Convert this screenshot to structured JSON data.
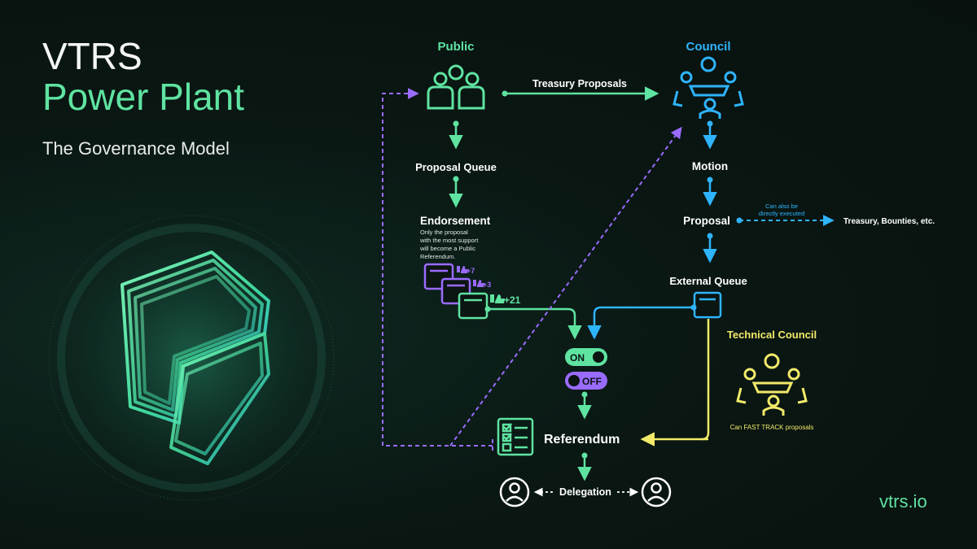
{
  "brand": {
    "title_line1": "VTRS",
    "title_line2": "Power Plant",
    "subtitle": "The Governance Model",
    "site": "vtrs.io"
  },
  "nodes": {
    "public": "Public",
    "council": "Council",
    "treasury_proposals": "Treasury Proposals",
    "proposal_queue": "Proposal Queue",
    "endorsement": "Endorsement",
    "endorsement_note_1": "Only the proposal",
    "endorsement_note_2": "with the most support",
    "endorsement_note_3": "will become a Public",
    "endorsement_note_4": "Referendum.",
    "vote_1": "+7",
    "vote_2": "+3",
    "vote_3": "+21",
    "motion": "Motion",
    "proposal": "Proposal",
    "direct_note_1": "Can also be",
    "direct_note_2": "directly executed",
    "treasury_bounties": "Treasury, Bounties, etc.",
    "external_queue": "External Queue",
    "toggle_on": "ON",
    "toggle_off": "OFF",
    "technical_council": "Technical Council",
    "fast_track": "Can FAST TRACK proposals",
    "referendum": "Referendum",
    "delegation": "Delegation"
  },
  "colors": {
    "green": "#5fe3a1",
    "blue": "#2fb4ff",
    "purple": "#9a6bff",
    "yellow": "#f2ea6a",
    "white": "#ffffff"
  }
}
